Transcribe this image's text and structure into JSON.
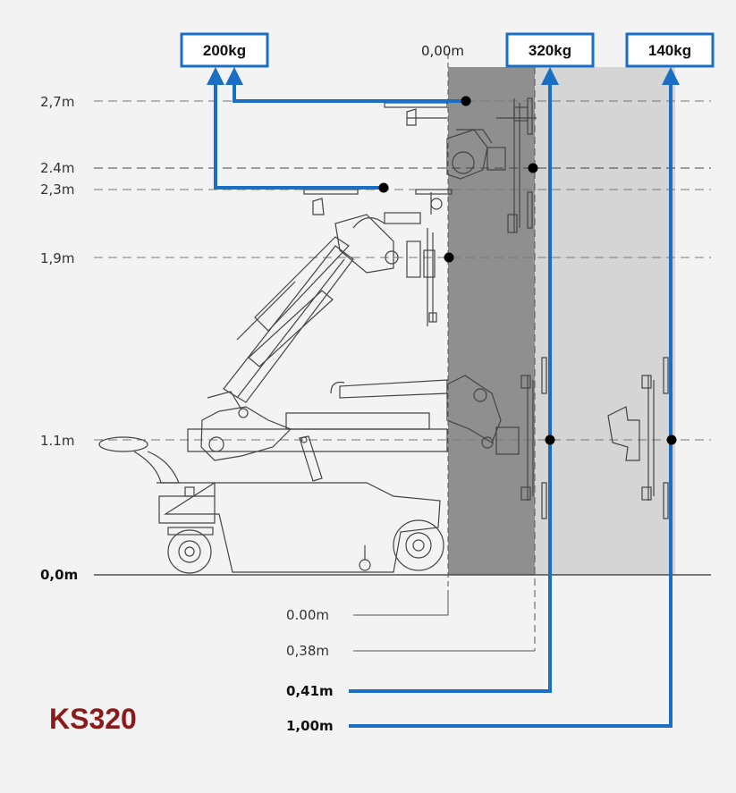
{
  "model": "KS320",
  "reference_label": "0,00m",
  "heights": [
    {
      "label": "2,7m",
      "value": 2.7
    },
    {
      "label": "2.4m",
      "value": 2.4
    },
    {
      "label": "2,3m",
      "value": 2.3
    },
    {
      "label": "1,9m",
      "value": 1.9
    },
    {
      "label": "1.1m",
      "value": 1.1
    },
    {
      "label": "0,0m",
      "value": 0.0,
      "bold": true
    }
  ],
  "distances": [
    {
      "label": "0.00m",
      "value": 0.0
    },
    {
      "label": "0,38m",
      "value": 0.38
    },
    {
      "label": "0,41m",
      "value": 0.41,
      "bold": true
    },
    {
      "label": "1,00m",
      "value": 1.0,
      "bold": true
    }
  ],
  "loads": [
    {
      "label": "200kg",
      "heights": [
        2.7,
        2.3
      ]
    },
    {
      "label": "320kg",
      "distance": 0.41
    },
    {
      "label": "140kg",
      "distance": 1.0
    }
  ],
  "colors": {
    "blue": "#1a6fc4",
    "zone_dark": "#8f8f8f",
    "zone_light": "#d5d5d5",
    "model": "#8b1a1a",
    "background": "#f3f3f3"
  }
}
